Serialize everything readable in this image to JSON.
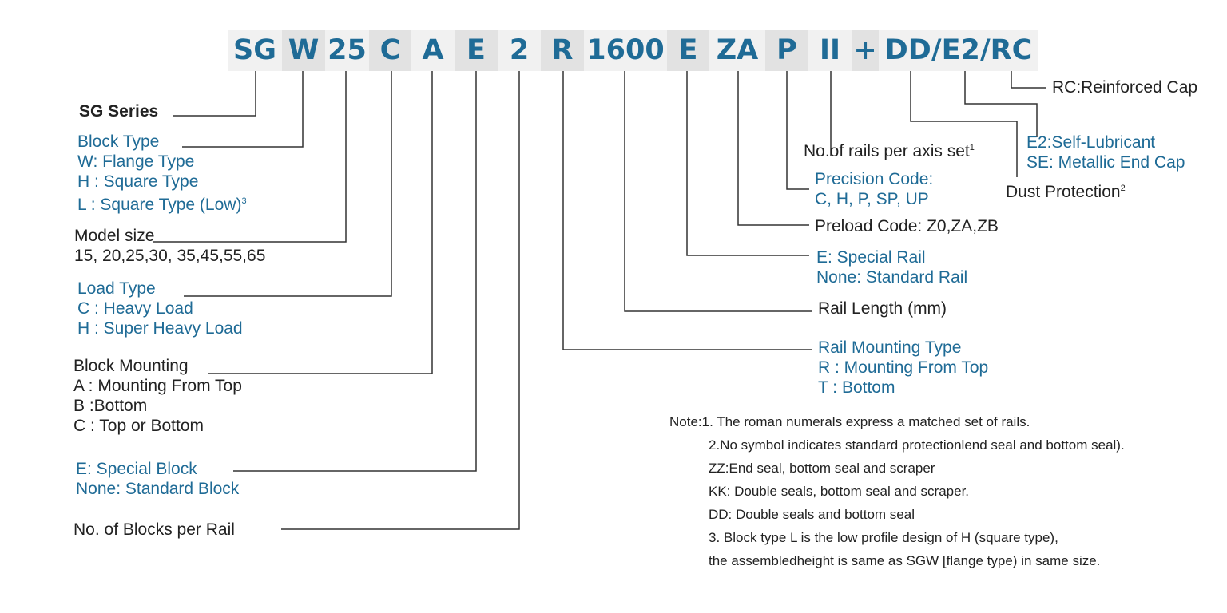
{
  "code_segments": [
    {
      "text": "SG"
    },
    {
      "text": "W"
    },
    {
      "text": "25"
    },
    {
      "text": "C"
    },
    {
      "text": "A"
    },
    {
      "text": "E"
    },
    {
      "text": "2"
    },
    {
      "text": "R"
    },
    {
      "text": "1600"
    },
    {
      "text": "E"
    },
    {
      "text": "ZA"
    },
    {
      "text": "P"
    },
    {
      "text": "II"
    },
    {
      "text": "+"
    },
    {
      "text": "DD/E2/RC"
    }
  ],
  "labels": {
    "series": "SG Series",
    "block_type": {
      "title": "Block Type",
      "w": "W: Flange Type",
      "h": "H : Square Type",
      "l": "L : Square Type (Low)",
      "l_note": "3"
    },
    "model_size": {
      "title": "Model size",
      "values": "15, 20,25,30, 35,45,55,65"
    },
    "load_type": {
      "title": "Load Type",
      "c": "C : Heavy Load",
      "h": "H : Super Heavy Load"
    },
    "block_mounting": {
      "title": "Block Mounting",
      "a": "A : Mounting From Top",
      "b": "B :Bottom",
      "c": "C : Top or Bottom"
    },
    "special_block": {
      "e": "E: Special Block",
      "none": "None: Standard Block"
    },
    "blocks_per_rail": "No. of Blocks per Rail",
    "rail_mounting": {
      "title": "Rail Mounting Type",
      "r": "R : Mounting From Top",
      "t": "T : Bottom"
    },
    "rail_length": "Rail Length (mm)",
    "special_rail": {
      "e": "E: Special Rail",
      "none": "None: Standard Rail"
    },
    "preload": "Preload Code: Z0,ZA,ZB",
    "precision": {
      "title": "Precision Code:",
      "values": "C, H, P, SP, UP"
    },
    "rails_per_axis": "No.of rails per axis set",
    "rails_per_axis_note": "1",
    "dust_protection": "Dust Protection",
    "dust_note": "2",
    "e2": "E2:Self-Lubricant",
    "se": "SE: Metallic End Cap",
    "rc": "RC:Reinforced Cap"
  },
  "notes": [
    "Note:1. The roman numerals express a matched set of rails.",
    "2.No symbol indicates standard protectionlend seal and bottom seal).",
    "ZZ:End seal, bottom seal and scraper",
    "KK: Double seals, bottom seal and scraper.",
    "DD: Double seals and bottom seal",
    "3. Block type L is the low profile design of H (square type),",
    "the assembledheight is same as SGW [flange type) in same size."
  ],
  "colors": {
    "blue": "#1f6b96",
    "text": "#222222",
    "line": "#333333"
  }
}
